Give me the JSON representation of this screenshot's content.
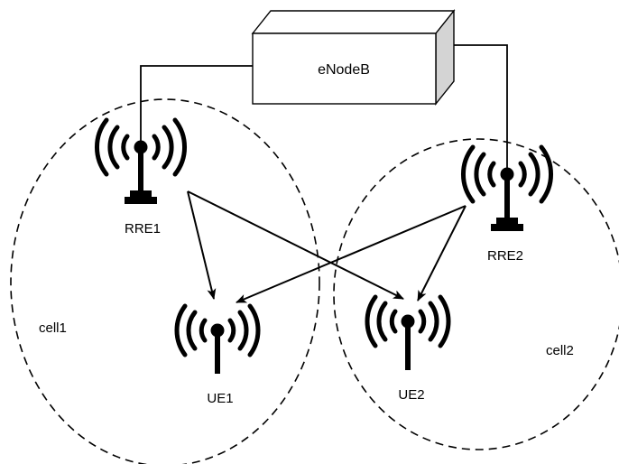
{
  "diagram": {
    "nodes": {
      "enodeb": {
        "label": "eNodeB"
      },
      "rre1": {
        "label": "RRE1"
      },
      "rre2": {
        "label": "RRE2"
      },
      "ue1": {
        "label": "UE1"
      },
      "ue2": {
        "label": "UE2"
      }
    },
    "cells": [
      {
        "label": "cell1"
      },
      {
        "label": "cell2"
      }
    ],
    "links": [
      {
        "from": "enodeb",
        "to": "rre1",
        "style": "solid-line"
      },
      {
        "from": "enodeb",
        "to": "rre2",
        "style": "solid-line"
      }
    ],
    "arrows": [
      {
        "from": "rre1",
        "to": "ue1"
      },
      {
        "from": "rre1",
        "to": "ue2"
      },
      {
        "from": "rre2",
        "to": "ue1"
      },
      {
        "from": "rre2",
        "to": "ue2"
      }
    ],
    "colors": {
      "stroke": "#000000",
      "box_side": "#d4d4d4",
      "background": "#ffffff"
    },
    "icons": {
      "antenna": "radio-tower-icon"
    }
  }
}
